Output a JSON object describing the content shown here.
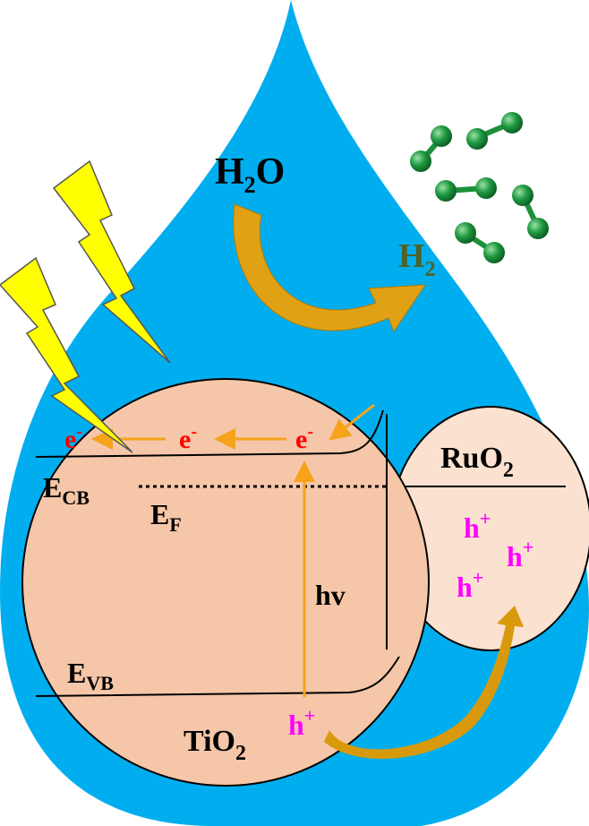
{
  "labels": {
    "water": {
      "main": "H",
      "sub": "2",
      "tail": "O"
    },
    "hydrogen": {
      "main": "H",
      "sub": "2"
    },
    "ruo2": {
      "main": "RuO",
      "sub": "2"
    },
    "tio2": {
      "main": "TiO",
      "sub": "2"
    },
    "ecb": {
      "main": "E",
      "sub": "CB"
    },
    "ef": {
      "main": "E",
      "sub": "F"
    },
    "evb": {
      "main": "E",
      "sub": "VB"
    },
    "hv": "hv",
    "electron": {
      "main": "e",
      "sup": "-"
    },
    "hole": {
      "main": "h",
      "sup": "+"
    }
  },
  "colors": {
    "droplet": "#00AEEF",
    "tio2": "#F5C6A8",
    "ruo2": "#FBE1D0",
    "electron": "#FF0000",
    "hole": "#FF00FF",
    "arrow": "#F5A31A",
    "curved_arrow": "#D89A0C",
    "bolt": "#FFFF00",
    "hydrogen_text": "#4F6228",
    "molecule": "#1E8F3A"
  }
}
